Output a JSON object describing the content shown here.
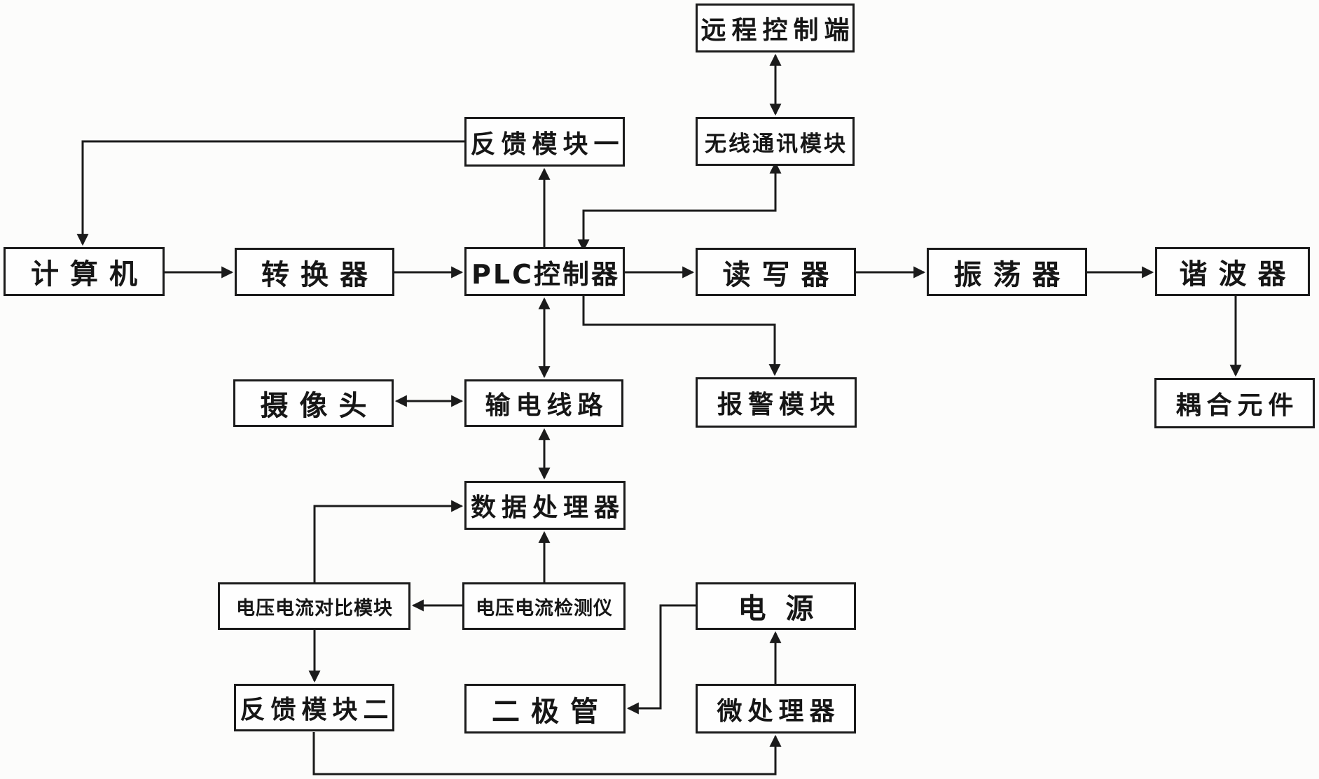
{
  "diagram": {
    "type": "block-diagram",
    "language": "zh-CN",
    "nodes": {
      "remote_control": {
        "label": "远程控制端"
      },
      "wireless_comm": {
        "label": "无线通讯模块"
      },
      "feedback_1": {
        "label": "反馈模块一"
      },
      "computer": {
        "label": "计算机"
      },
      "converter": {
        "label": "转换器"
      },
      "plc": {
        "label": "PLC控制器"
      },
      "reader_writer": {
        "label": "读写器"
      },
      "oscillator": {
        "label": "振荡器"
      },
      "harmonic": {
        "label": "谐波器"
      },
      "coupling": {
        "label": "耦合元件"
      },
      "camera": {
        "label": "摄像头"
      },
      "transmission_line": {
        "label": "输电线路"
      },
      "alarm": {
        "label": "报警模块"
      },
      "data_processor": {
        "label": "数据处理器"
      },
      "vi_compare": {
        "label": "电压电流对比模块"
      },
      "vi_detector": {
        "label": "电压电流检测仪"
      },
      "power": {
        "label": "电源"
      },
      "feedback_2": {
        "label": "反馈模块二"
      },
      "diode": {
        "label": "二极管"
      },
      "microprocessor": {
        "label": "微处理器"
      }
    },
    "edges": [
      {
        "from": "remote_control",
        "to": "wireless_comm",
        "arrows": "both"
      },
      {
        "from": "plc",
        "to": "wireless_comm",
        "arrows": "both"
      },
      {
        "from": "plc",
        "to": "feedback_1",
        "arrows": "end"
      },
      {
        "from": "feedback_1",
        "to": "computer",
        "arrows": "end"
      },
      {
        "from": "computer",
        "to": "converter",
        "arrows": "end"
      },
      {
        "from": "converter",
        "to": "plc",
        "arrows": "end"
      },
      {
        "from": "plc",
        "to": "reader_writer",
        "arrows": "end"
      },
      {
        "from": "reader_writer",
        "to": "oscillator",
        "arrows": "end"
      },
      {
        "from": "oscillator",
        "to": "harmonic",
        "arrows": "end"
      },
      {
        "from": "harmonic",
        "to": "coupling",
        "arrows": "end"
      },
      {
        "from": "plc",
        "to": "transmission_line",
        "arrows": "both"
      },
      {
        "from": "camera",
        "to": "transmission_line",
        "arrows": "both"
      },
      {
        "from": "plc",
        "to": "alarm",
        "arrows": "end"
      },
      {
        "from": "transmission_line",
        "to": "data_processor",
        "arrows": "both"
      },
      {
        "from": "vi_detector",
        "to": "data_processor",
        "arrows": "end"
      },
      {
        "from": "vi_compare",
        "to": "data_processor",
        "arrows": "end"
      },
      {
        "from": "vi_detector",
        "to": "vi_compare",
        "arrows": "end"
      },
      {
        "from": "vi_compare",
        "to": "feedback_2",
        "arrows": "end"
      },
      {
        "from": "power",
        "to": "diode",
        "arrows": "end"
      },
      {
        "from": "microprocessor",
        "to": "power",
        "arrows": "end"
      },
      {
        "from": "feedback_2",
        "to": "microprocessor",
        "arrows": "end"
      }
    ]
  }
}
